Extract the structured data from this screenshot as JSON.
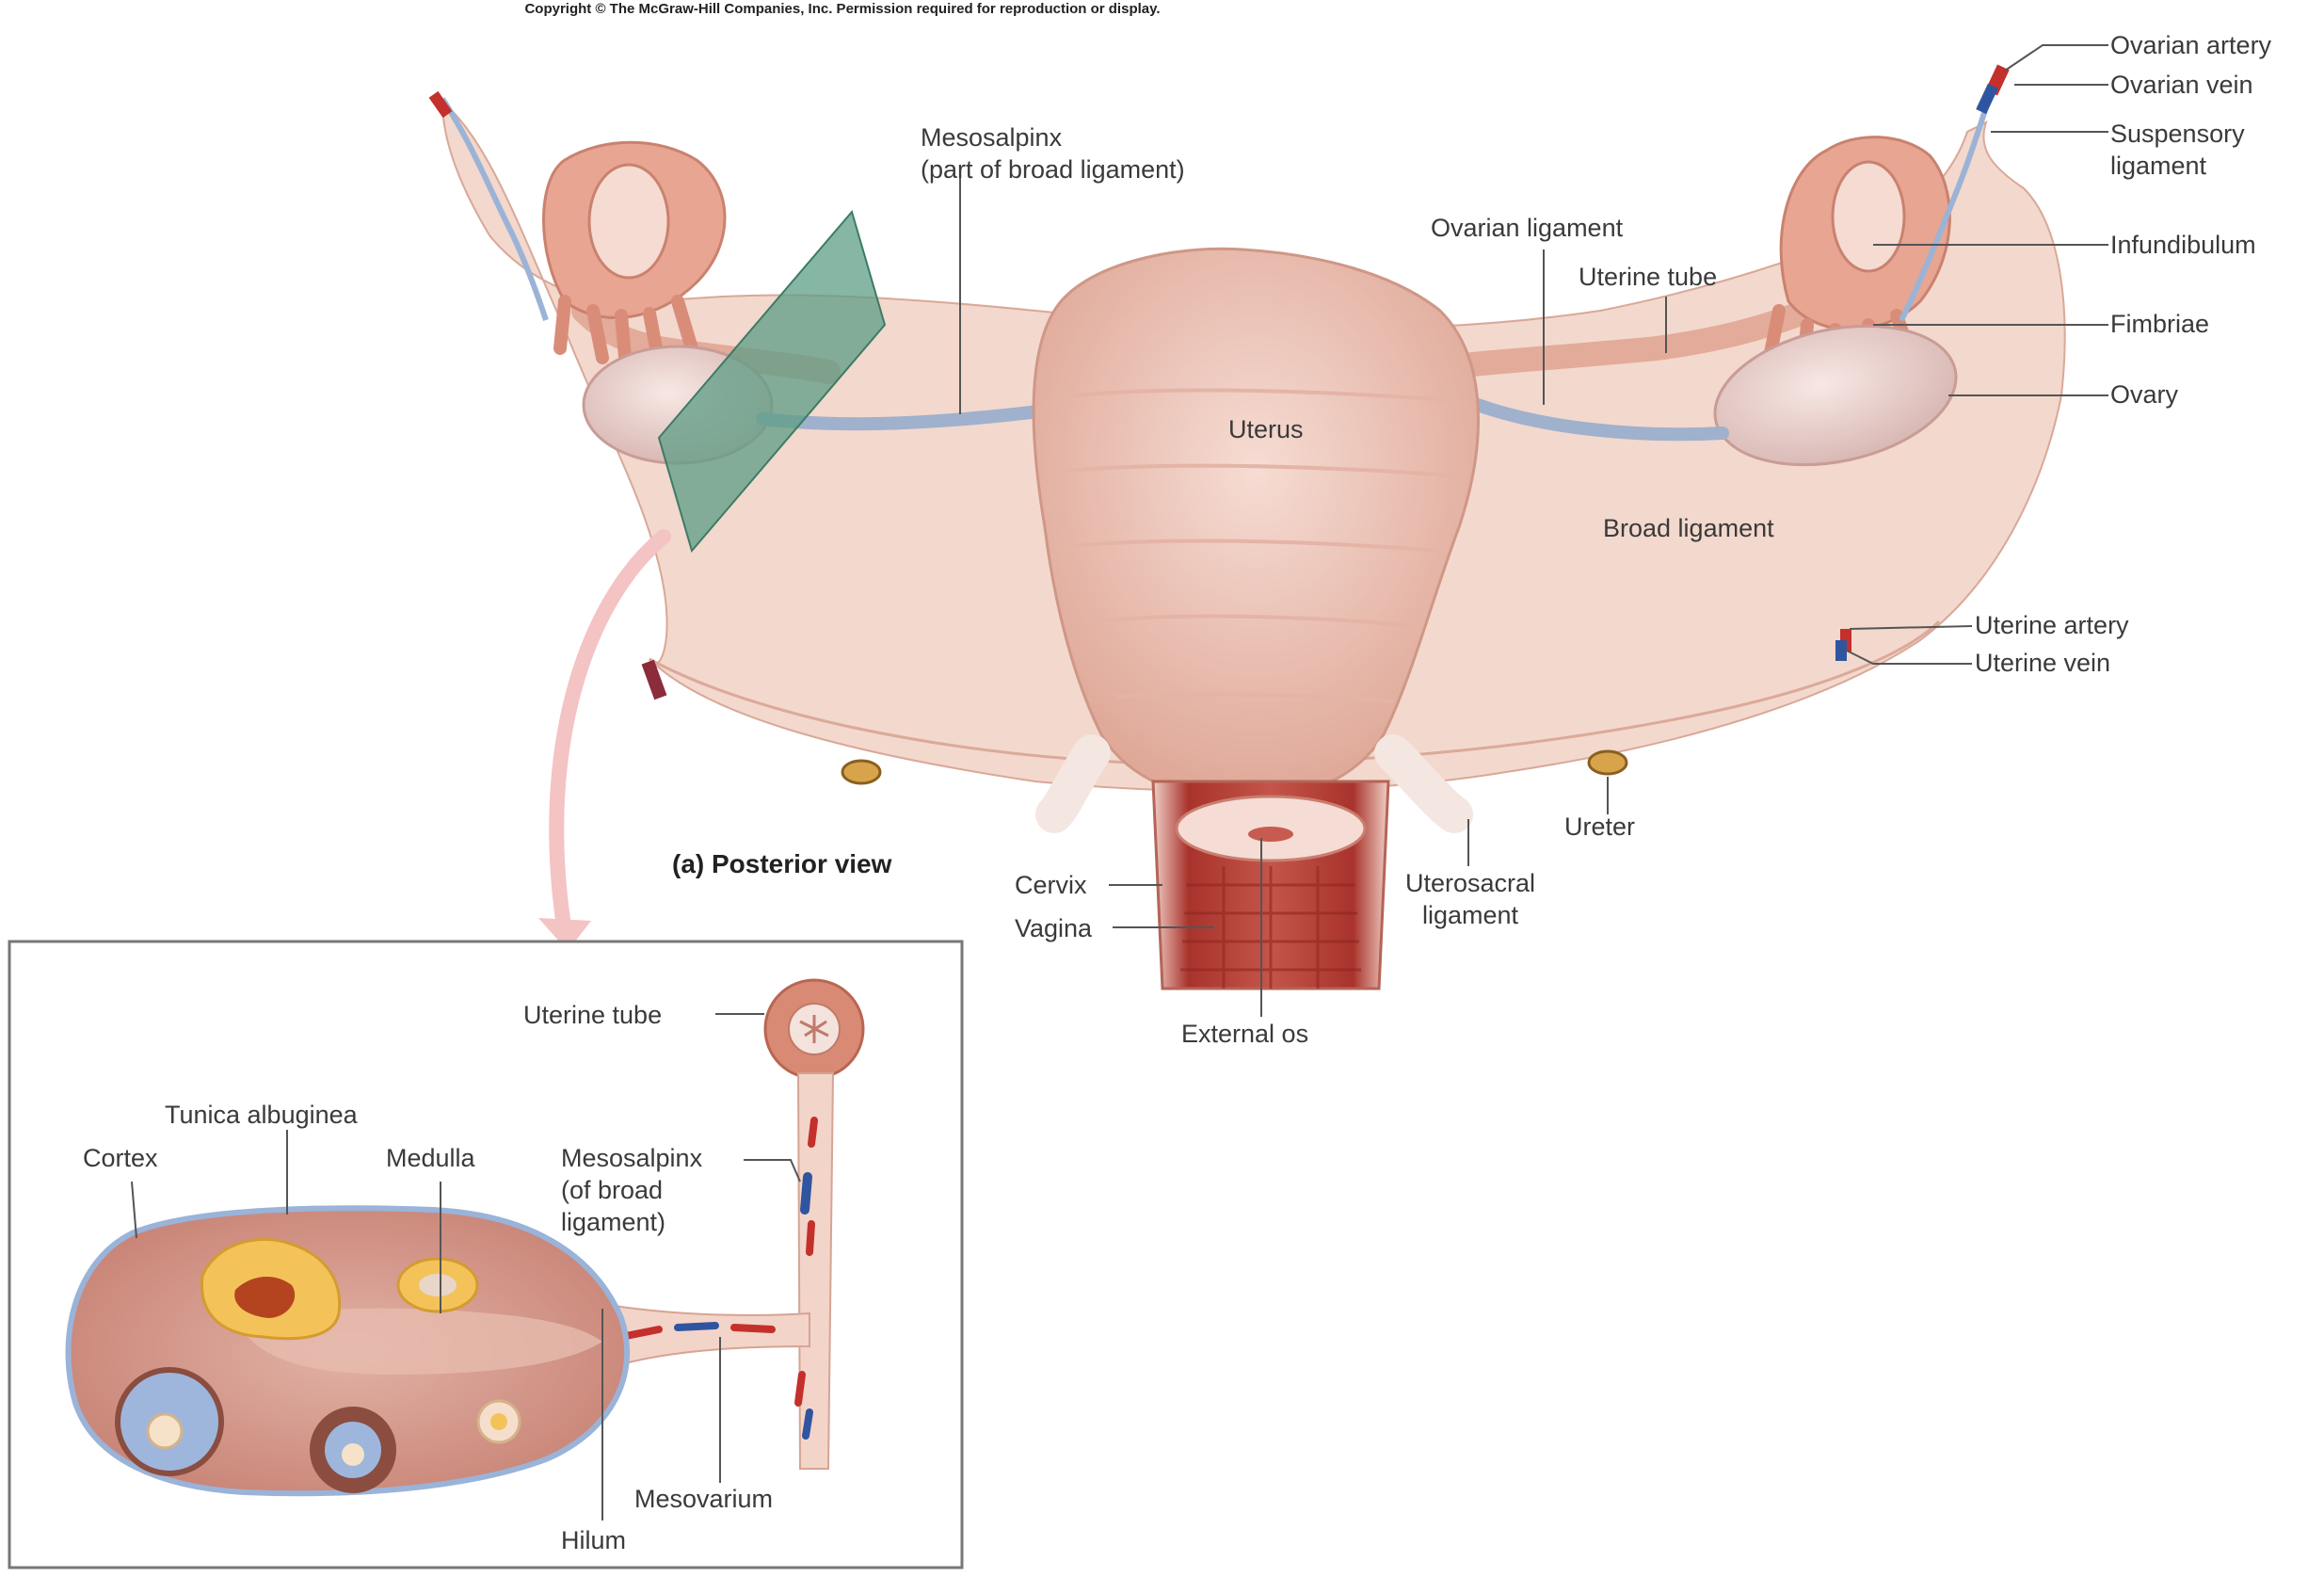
{
  "copyright": "Copyright © The McGraw-Hill Companies, Inc. Permission required for reproduction or display.",
  "view_caption": "(a) Posterior view",
  "labels": {
    "ovarian_artery": "Ovarian artery",
    "ovarian_vein": "Ovarian vein",
    "suspensory_ligament_1": "Suspensory",
    "suspensory_ligament_2": "ligament",
    "infundibulum": "Infundibulum",
    "fimbriae": "Fimbriae",
    "ovary": "Ovary",
    "mesosalpinx_1": "Mesosalpinx",
    "mesosalpinx_2": "(part of broad ligament)",
    "ovarian_ligament": "Ovarian ligament",
    "uterine_tube": "Uterine tube",
    "uterus": "Uterus",
    "broad_ligament": "Broad ligament",
    "uterine_artery": "Uterine artery",
    "uterine_vein": "Uterine vein",
    "ureter": "Ureter",
    "uterosacral_1": "Uterosacral",
    "uterosacral_2": "ligament",
    "cervix": "Cervix",
    "vagina": "Vagina",
    "external_os": "External os"
  },
  "inset_labels": {
    "uterine_tube": "Uterine tube",
    "tunica_albuginea": "Tunica albuginea",
    "cortex": "Cortex",
    "medulla": "Medulla",
    "mesosalpinx_1": "Mesosalpinx",
    "mesosalpinx_2": "(of broad",
    "mesosalpinx_3": "ligament)",
    "mesovarium": "Mesovarium",
    "hilum": "Hilum"
  },
  "colors": {
    "tissue": "#f2d2c6",
    "tissue_dark": "#e0a593",
    "uterus": "#ecc3b6",
    "muscle": "#b9423a",
    "plane": "#5e9e86",
    "artery": "#c4302b",
    "vein": "#2f55a0",
    "follicle": "#f3c35a",
    "leader": "#555555"
  }
}
